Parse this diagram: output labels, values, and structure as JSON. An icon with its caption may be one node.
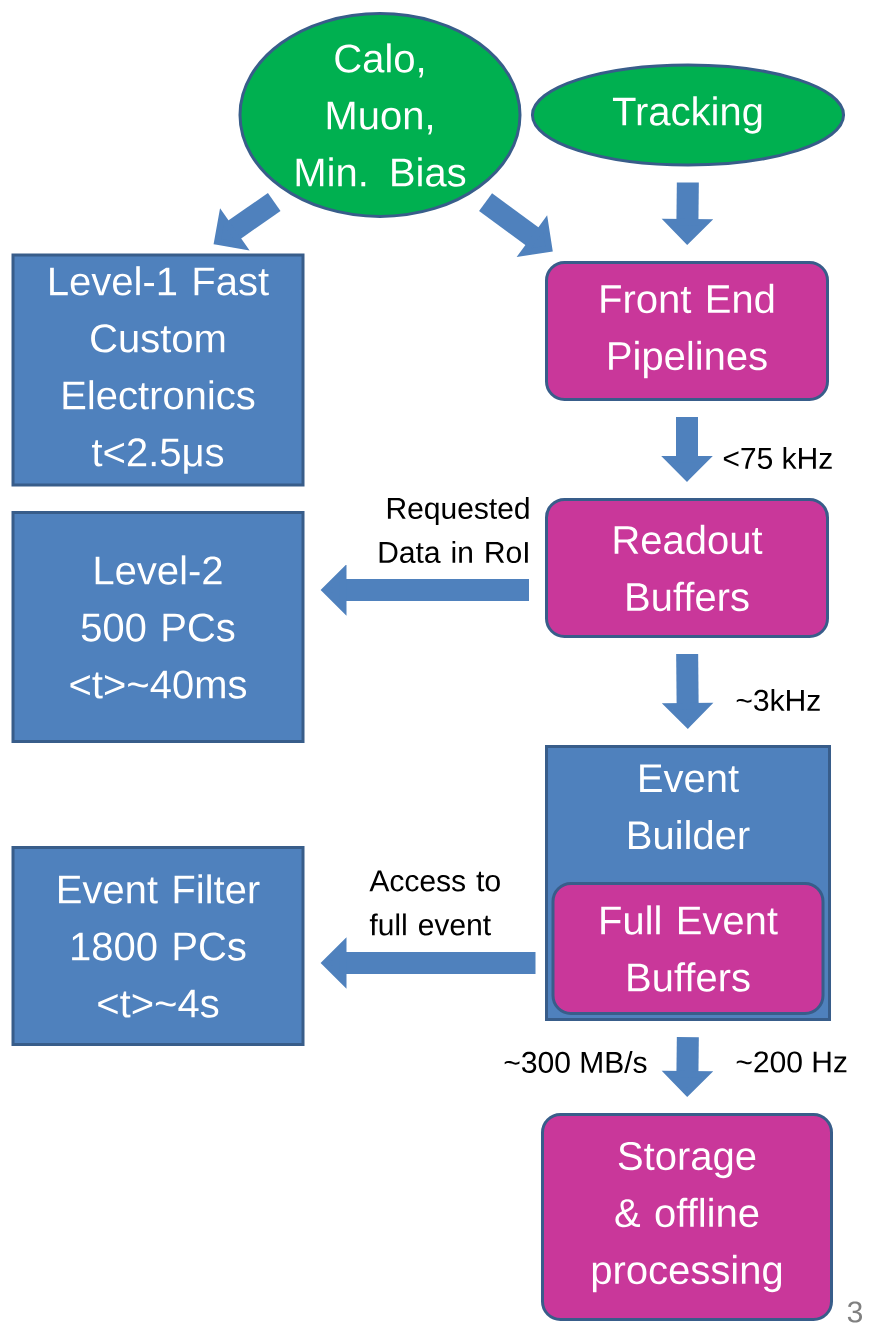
{
  "diagram": {
    "nodes": [
      {
        "text": [
          "Calo, Muon, Min. Bias"
        ]
      },
      {
        "text": [
          "Tracking"
        ]
      },
      {
        "text": [
          "Level-1 Fast Custom Electronics t<2.5μs"
        ]
      },
      {
        "text": [
          "Front End Pipelines"
        ]
      },
      {
        "text": [
          "Level-2 500 PCs <t>~40ms"
        ]
      },
      {
        "text": [
          "Readout Buffers"
        ]
      },
      {
        "text": [
          "Event Builder"
        ]
      },
      {
        "text": [
          "Full Event Buffers"
        ],
        "in": 6
      },
      {
        "text": [
          "Event Filter 1800 PCs <t>~4s"
        ]
      },
      {
        "text": [
          "Storage & offline processing"
        ]
      }
    ],
    "edges": [
      {
        "from": 0,
        "to": 2,
        "arrow": "to"
      },
      {
        "from": 0,
        "to": 3,
        "arrow": "to"
      },
      {
        "from": 1,
        "to": 3,
        "arrow": "to"
      },
      {
        "from": 3,
        "to": 5,
        "arrow": "to",
        "label": "<75 kHz"
      },
      {
        "from": 5,
        "to": 4,
        "arrow": "to",
        "label": "Requested Data in RoI"
      },
      {
        "from": 5,
        "to": 6,
        "arrow": "to",
        "label": "~3kHz"
      },
      {
        "from": 7,
        "to": 8,
        "arrow": "to",
        "label": "Access to full event"
      },
      {
        "from": 6,
        "to": 9,
        "arrow": "to",
        "label": "~300 MB/s"
      }
    ],
    "labels": [
      "~200 Hz",
      "3"
    ]
  }
}
